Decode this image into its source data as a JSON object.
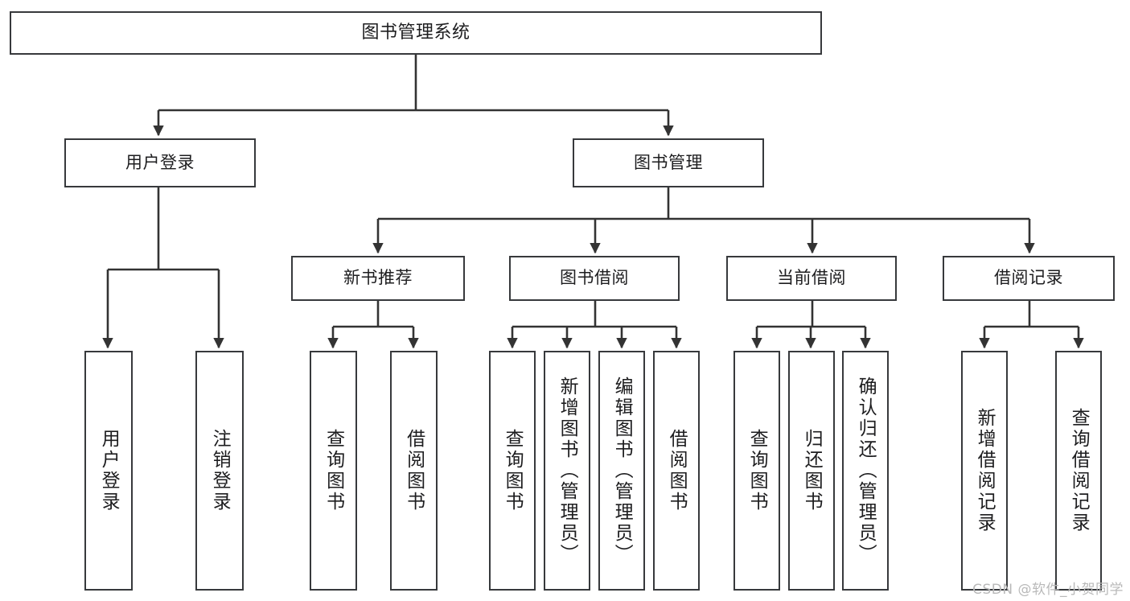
{
  "diagram": {
    "title": "图书管理系统",
    "type": "hierarchy-tree",
    "orientation": "top-down",
    "colors": {
      "background": "#ffffff",
      "box_border": "#37393c",
      "box_fill": "#ffffff",
      "connector": "#333333",
      "text": "#1d1d1f",
      "watermark": "#b9b9b9"
    },
    "root": {
      "id": "root",
      "label": "图书管理系统"
    },
    "level1": [
      {
        "id": "user-login",
        "label": "用户登录"
      },
      {
        "id": "book-manage",
        "label": "图书管理"
      }
    ],
    "level2": [
      {
        "id": "new-book-rec",
        "label": "新书推荐",
        "parent": "book-manage"
      },
      {
        "id": "book-borrow",
        "label": "图书借阅",
        "parent": "book-manage"
      },
      {
        "id": "current-borrow",
        "label": "当前借阅",
        "parent": "book-manage"
      },
      {
        "id": "borrow-record",
        "label": "借阅记录",
        "parent": "book-manage"
      }
    ],
    "leaves": {
      "user-login": [
        {
          "id": "leaf-user-login",
          "label": "用户登录"
        },
        {
          "id": "leaf-logout",
          "label": "注销登录"
        }
      ],
      "new-book-rec": [
        {
          "id": "leaf-query-book-1",
          "label": "查询图书"
        },
        {
          "id": "leaf-borrow-book-1",
          "label": "借阅图书"
        }
      ],
      "book-borrow": [
        {
          "id": "leaf-query-book-2",
          "label": "查询图书"
        },
        {
          "id": "leaf-add-book",
          "label": "新增图书（管理员）"
        },
        {
          "id": "leaf-edit-book",
          "label": "编辑图书（管理员）"
        },
        {
          "id": "leaf-borrow-book-2",
          "label": "借阅图书"
        }
      ],
      "current-borrow": [
        {
          "id": "leaf-query-book-3",
          "label": "查询图书"
        },
        {
          "id": "leaf-return-book",
          "label": "归还图书"
        },
        {
          "id": "leaf-confirm-return",
          "label": "确认归还（管理员）"
        }
      ],
      "borrow-record": [
        {
          "id": "leaf-add-record",
          "label": "新增借阅记录"
        },
        {
          "id": "leaf-query-record",
          "label": "查询借阅记录"
        }
      ]
    }
  },
  "watermark": {
    "text": "CSDN @软件_小贺同学"
  }
}
